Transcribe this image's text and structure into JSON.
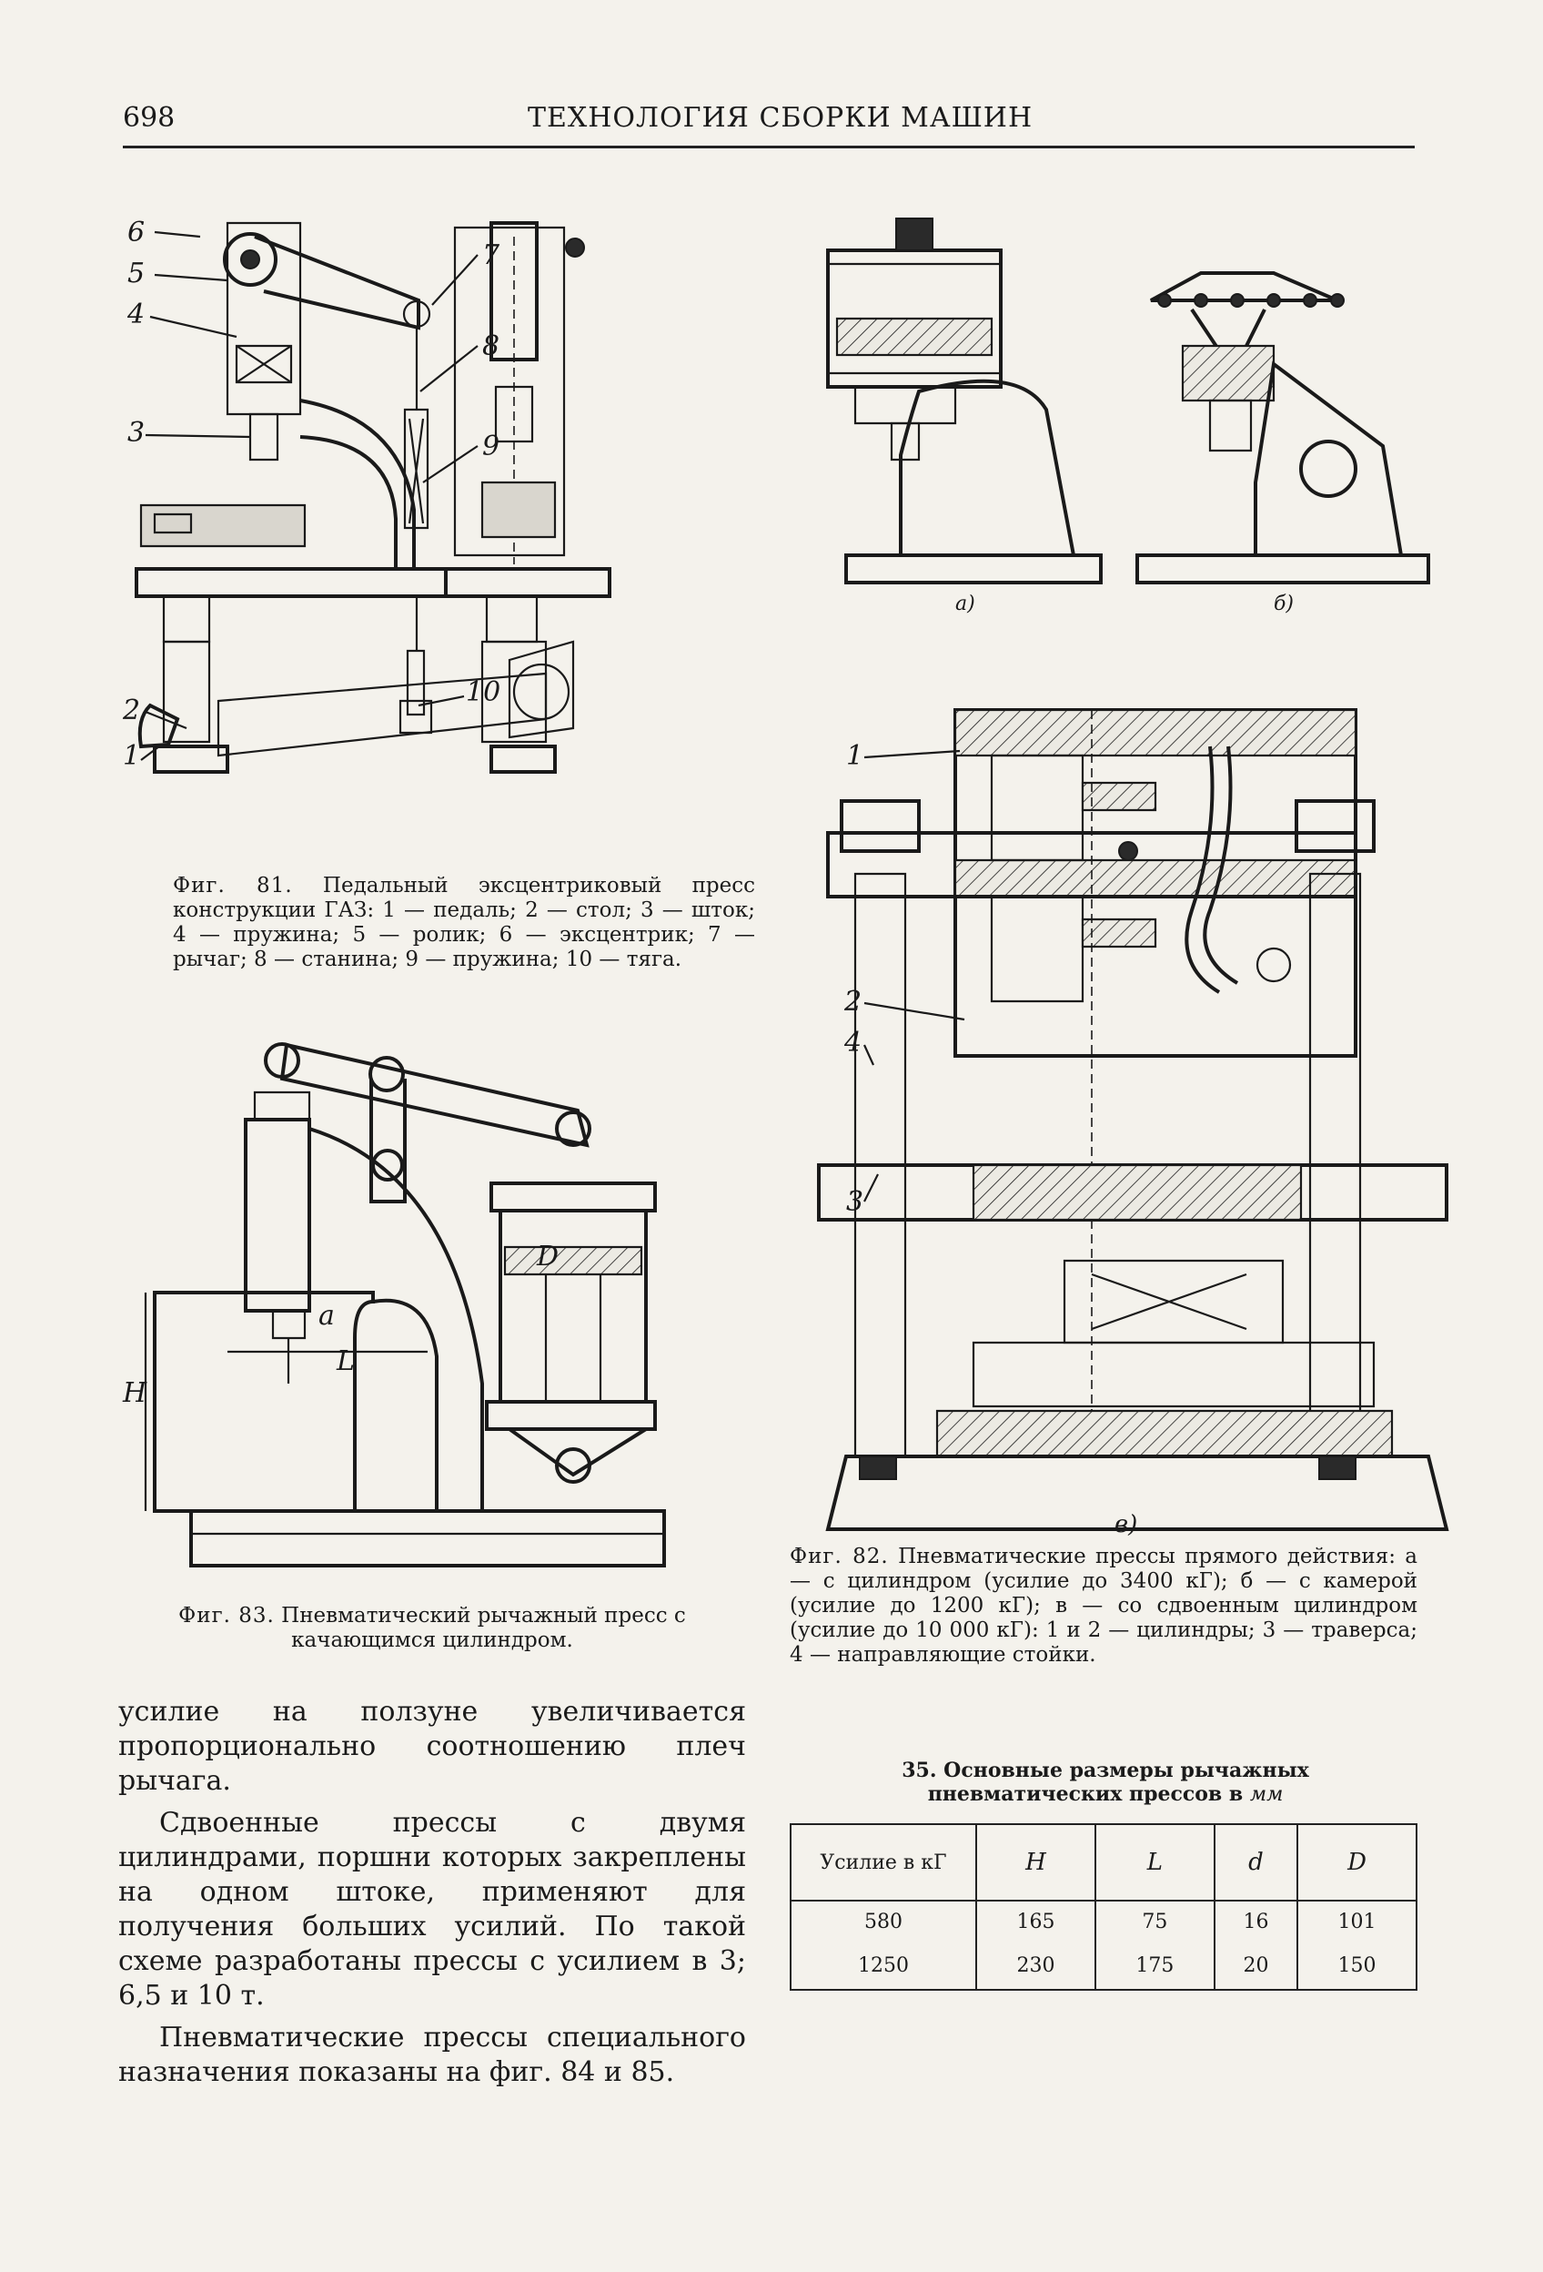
{
  "header": {
    "page_number": "698",
    "title": "ТЕХНОЛОГИЯ СБОРКИ МАШИН"
  },
  "fig81": {
    "labels": [
      "6",
      "5",
      "4",
      "3",
      "7",
      "8",
      "9",
      "10",
      "2",
      "1"
    ],
    "caption_head": "Фиг. 81.",
    "caption_text": "Педальный эксцентриковый пресс конструкции ГАЗ: 1 — педаль; 2 — стол; 3 — шток; 4 — пружина; 5 — ролик; 6 — эксцентрик; 7 — рычаг; 8 — станина; 9 — пружина; 10 — тяга."
  },
  "fig82": {
    "sub_a": "а)",
    "sub_b": "б)",
    "sub_c": "в)",
    "labels": [
      "1",
      "2",
      "4",
      "3"
    ],
    "caption_head": "Фиг. 82.",
    "caption_text": "Пневматические прессы прямого действия: а — с цилиндром (усилие до 3400 кГ); б — с камерой (усилие до 1200 кГ); в — со сдвоенным цилиндром (усилие до 10 000 кГ): 1 и 2 — цилиндры; 3 — траверса; 4 — направляющие стойки."
  },
  "fig83": {
    "labels": {
      "D": "D",
      "a": "a",
      "H": "H",
      "L": "L"
    },
    "caption_head": "Фиг. 83.",
    "caption_text": "Пневматический рычажный пресс с качающимся цилиндром."
  },
  "body": {
    "p1": "усилие на ползуне увеличивается пропорционально соотношению плеч рычага.",
    "p2": "Сдвоенные прессы с двумя цилиндрами, поршни которых закреплены на одном штоке, применяют для получения больших усилий. По такой схеме разработаны прессы с усилием в 3; 6,5 и 10 т.",
    "p3": "Пневматические прессы специального назначения показаны на фиг. 84 и 85."
  },
  "table": {
    "title_line1": "35. Основные размеры рычажных",
    "title_line2": "пневматических прессов в",
    "title_unit": "мм",
    "headers": [
      "Усилие в кГ",
      "H",
      "L",
      "d",
      "D"
    ],
    "rows": [
      [
        "580",
        "165",
        "75",
        "16",
        "101"
      ],
      [
        "1250",
        "230",
        "175",
        "20",
        "150"
      ]
    ]
  }
}
